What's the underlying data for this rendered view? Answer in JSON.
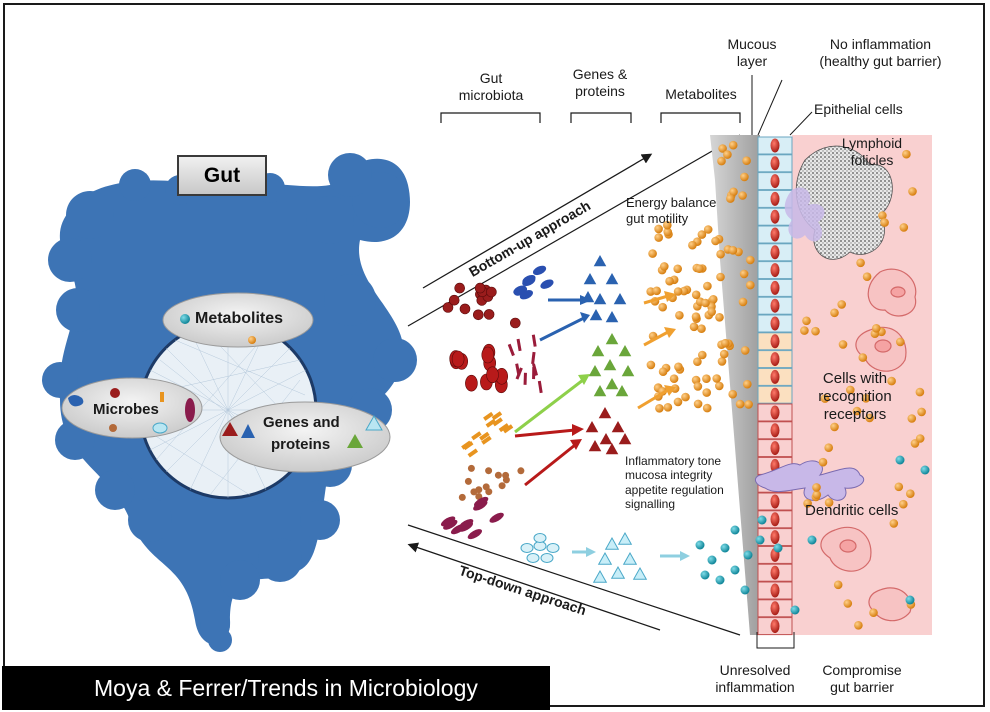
{
  "labels": {
    "gut": "Gut",
    "metabolites_blob": "Metabolites",
    "microbes_blob": "Microbes",
    "genes_blob_1": "Genes and",
    "genes_blob_2": "proteins",
    "col_gut_microbiota_1": "Gut",
    "col_gut_microbiota_2": "microbiota",
    "col_genes_1": "Genes &",
    "col_genes_2": "proteins",
    "col_metabolites": "Metabolites",
    "mucous_1": "Mucous",
    "mucous_2": "layer",
    "no_inflammation_1": "No inflammation",
    "no_inflammation_2": "(healthy gut barrier)",
    "epithelial": "Epithelial cells",
    "lymphoid_1": "Lymphoid",
    "lymphoid_2": "folicles",
    "energy_1": "Energy balance",
    "energy_2": "gut motility",
    "bottom_up": "Bottom-up approach",
    "top_down": "Top-down approach",
    "cells_receptors_1": "Cells with",
    "cells_receptors_2": "recognition",
    "cells_receptors_3": "receptors",
    "inflam_1": "Inflammatory tone",
    "inflam_2": "mucosa integrity",
    "inflam_3": "appetite regulation",
    "inflam_4": "signalling",
    "dendritic": "Dendritic cells",
    "unresolved_1": "Unresolved",
    "unresolved_2": "inflammation",
    "compromise_1": "Compromise",
    "compromise_2": "gut barrier",
    "credit": "Moya & Ferrer/Trends in Microbiology"
  },
  "colors": {
    "gut_blue": "#3d74b5",
    "mucous_grey": "#b8b8b8",
    "tissue_pink": "#f9d0d0",
    "metabolite_orange": "#e8941f",
    "dark_blue": "#2a62b0",
    "green": "#6aa63a",
    "dark_red": "#9a1c1c",
    "light_blue": "#8ecfe0",
    "teal": "#1a9aae"
  }
}
